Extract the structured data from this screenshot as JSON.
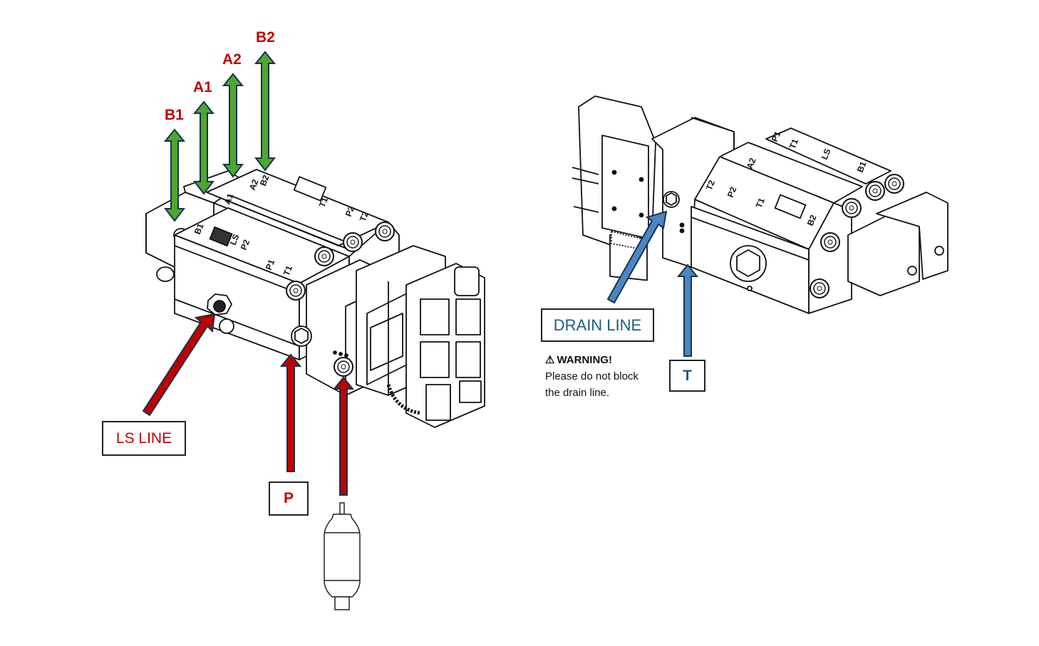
{
  "diagram": {
    "title": "",
    "colors": {
      "work_port_arrow": "#4ea72e",
      "supply_arrow": "#c00000",
      "drain_arrow": "#4a86c5",
      "arrow_outline": "#17324d",
      "red_label": "#c00000",
      "blue_label": "#1b5d7e"
    },
    "left_view": {
      "work_ports": [
        {
          "label": "B1",
          "direction": "bidirectional"
        },
        {
          "label": "A1",
          "direction": "bidirectional"
        },
        {
          "label": "A2",
          "direction": "bidirectional"
        },
        {
          "label": "B2",
          "direction": "bidirectional"
        }
      ],
      "callouts": [
        {
          "id": "ls",
          "label": "LS LINE",
          "arrow": "red"
        },
        {
          "id": "p",
          "label": "P",
          "arrow": "red"
        },
        {
          "id": "accumulator",
          "label": "",
          "arrow": "red",
          "component": "accumulator-icon"
        }
      ],
      "body_markings": [
        "B1",
        "A1",
        "A2",
        "B2",
        "LS",
        "P2",
        "T1",
        "P1",
        "T2",
        "P2",
        "T1"
      ]
    },
    "right_view": {
      "callouts": [
        {
          "id": "drain",
          "label": "DRAIN LINE",
          "arrow": "blue"
        },
        {
          "id": "t",
          "label": "T",
          "arrow": "blue"
        }
      ],
      "warning": {
        "icon": "warning-triangle-icon",
        "symbol": "⚠",
        "title": "WARNING!",
        "lines": [
          "Please do not block",
          "the drain line."
        ]
      },
      "body_markings": [
        "T2",
        "P2",
        "T1",
        "B2",
        "P1",
        "T1",
        "LS",
        "B1",
        "A2"
      ]
    }
  }
}
